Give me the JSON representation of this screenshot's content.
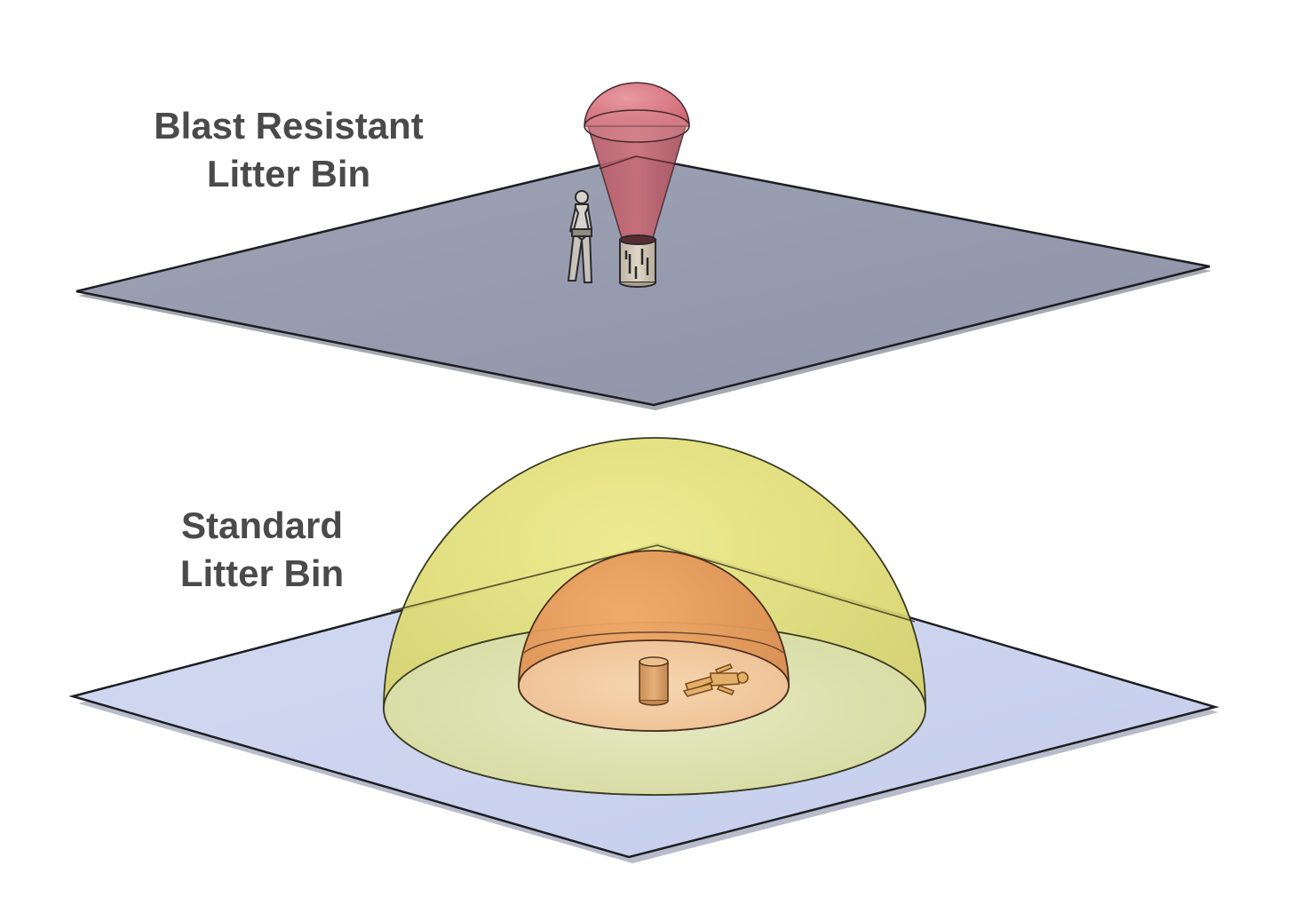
{
  "top_panel": {
    "title_line1": "Blast Resistant",
    "title_line2": "Litter Bin",
    "plane_color": "#959aae",
    "plume_color": "#d2707a"
  },
  "bottom_panel": {
    "title_line1": "Standard",
    "title_line2": "Litter Bin",
    "plane_color": "#cbd3ee",
    "outer_zone_color": "#e4e27a",
    "inner_zone_color": "#e49a5c"
  }
}
